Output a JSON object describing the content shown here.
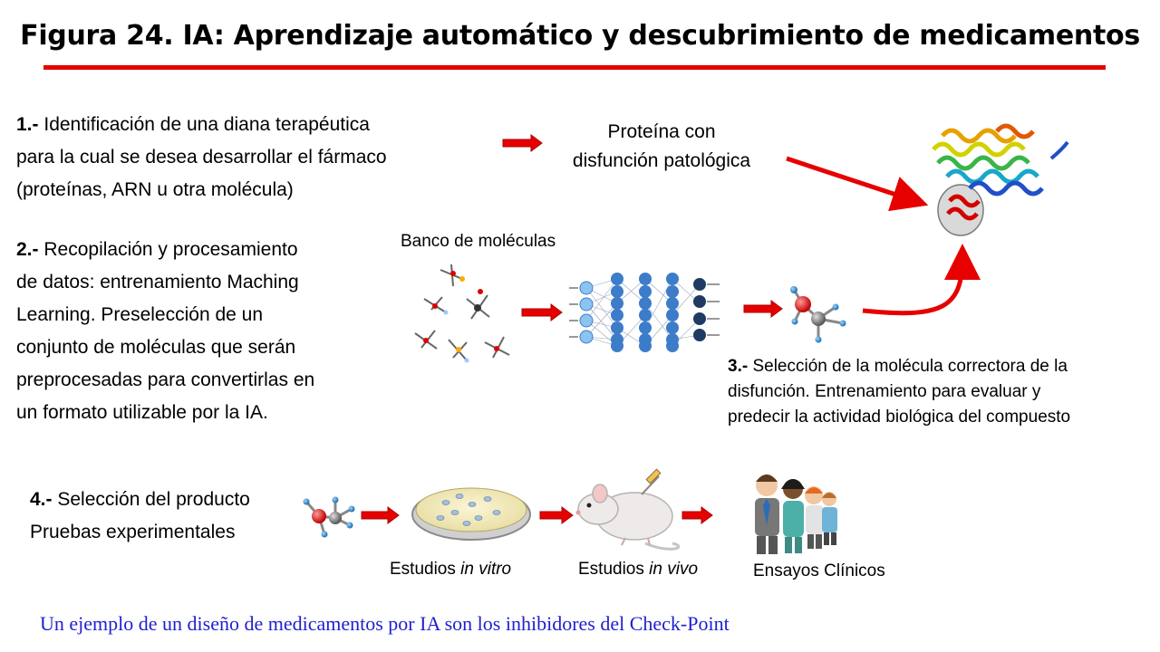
{
  "title": "Figura 24. IA: Aprendizaje automático y descubrimiento de medicamentos",
  "step1": {
    "num": "1.-",
    "lines": [
      "Identificación de una diana terapéutica",
      "para la cual se desea desarrollar el fármaco",
      "(proteínas, ARN u otra molécula)"
    ]
  },
  "protein_label": [
    "Proteína con",
    "disfunción patológica"
  ],
  "step2": {
    "num": "2.-",
    "lines": [
      "Recopilación y procesamiento",
      "de datos: entrenamiento Maching",
      "Learning. Preselección de un",
      "conjunto de moléculas que serán",
      "preprocesadas para convertirlas en",
      "un formato utilizable por la IA."
    ]
  },
  "molecule_bank_label": "Banco de moléculas",
  "step3": {
    "num": "3.-",
    "lines": [
      "Selección de la molécula correctora de la",
      "disfunción. Entrenamiento para evaluar y",
      "predecir la actividad biológica del compuesto"
    ]
  },
  "step4": {
    "num": "4.-",
    "lines": [
      "Selección del producto",
      "Pruebas experimentales"
    ]
  },
  "in_vitro": {
    "prefix": "Estudios ",
    "italic": "in vitro"
  },
  "in_vivo": {
    "prefix": "Estudios ",
    "italic": "in vivo"
  },
  "clinical_trials": "Ensayos Clínicos",
  "footer": "Un ejemplo de un diseño de medicamentos por IA son los inhibidores del Check-Point",
  "colors": {
    "accent_red": "#e60000",
    "footer_blue": "#1f1fd0",
    "nn_node": "#3d7cc9"
  }
}
